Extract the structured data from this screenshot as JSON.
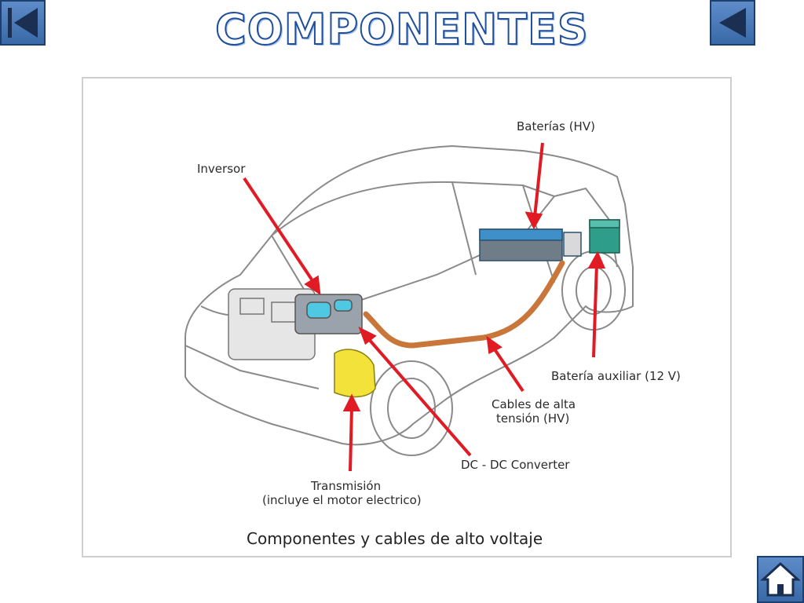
{
  "title": "COMPONENTES",
  "nav": {
    "first_icon": "first-slide-icon",
    "prev_icon": "previous-slide-icon",
    "home_icon": "home-icon"
  },
  "diagram": {
    "labels": {
      "inversor": "Inversor",
      "baterias": "Baterías (HV)",
      "bateria_auxiliar": "Batería auxiliar (12 V)",
      "cables_line1": "Cables de alta",
      "cables_line2": "tensión (HV)",
      "dcdc": "DC - DC Converter",
      "transmision_line1": "Transmisión",
      "transmision_line2": "(incluye el motor electrico)"
    },
    "caption": "Componentes y cables de alto voltaje"
  },
  "colors": {
    "title_stroke": "#1f4f9a",
    "button": "#4a78b8",
    "arrow": "#e01b24",
    "cable": "#c9763a",
    "battery": "#3f8fc9",
    "transmission": "#f2e23a"
  }
}
